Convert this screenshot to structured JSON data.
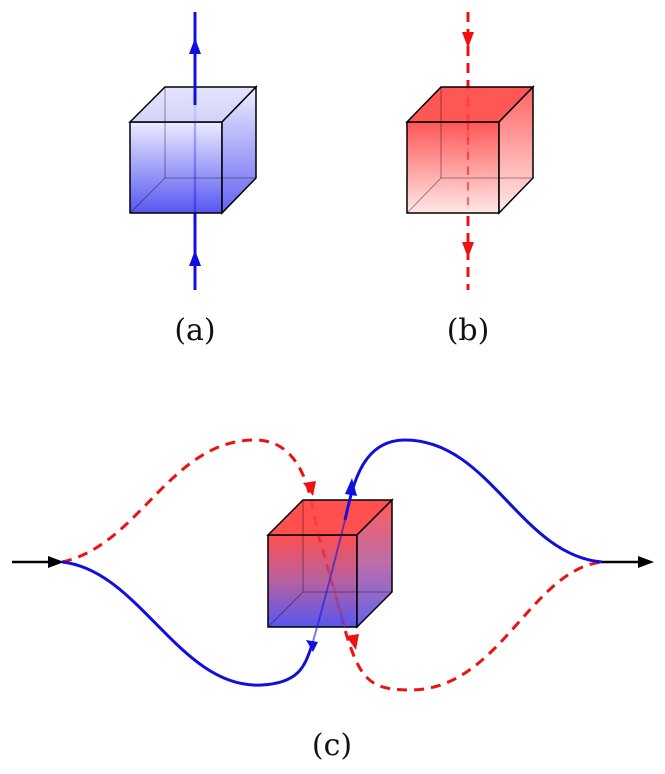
{
  "panels": [
    {
      "id": "a",
      "caption": "(a)"
    },
    {
      "id": "b",
      "caption": "(b)"
    },
    {
      "id": "c",
      "caption": "(c)"
    }
  ],
  "colors": {
    "blue": "#1010dd",
    "red": "#ee1111",
    "black": "#000000",
    "cube_blue_light": "#e6e6ff",
    "cube_blue_dark": "#4a4af2",
    "cube_red_dark": "#ff4a4a",
    "cube_red_light": "#ffe8e8"
  }
}
